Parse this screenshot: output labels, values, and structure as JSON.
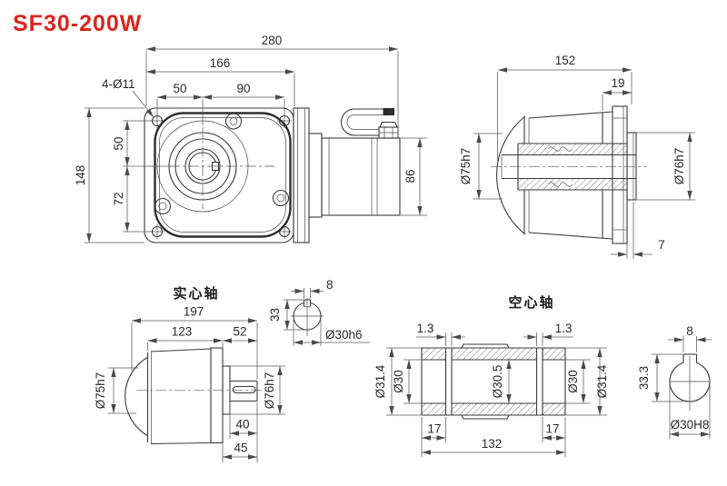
{
  "title": "SF30-200W",
  "front_view": {
    "bolt_holes": "4-Ø11",
    "overall_width": "280",
    "flange_width": "166",
    "hole_to_center": "50",
    "center_to_hole": "90",
    "flange_height": "148",
    "top_hole_to_center": "50",
    "center_to_bottom_hole": "72",
    "motor_height": "86"
  },
  "hollow_side_view": {
    "overall_length": "152",
    "hub_length": "19",
    "cover_dia": "Ø75h7",
    "spigot_dia": "Ø76h7",
    "flange_thickness": "7"
  },
  "solid_shaft_view": {
    "label": "实心轴",
    "overall_length": "197",
    "body_length": "123",
    "front_section": "52",
    "cover_dia": "Ø75h7",
    "spigot_dia": "Ø76h7",
    "key_length": "40",
    "shaft_length": "45"
  },
  "solid_shaft_section": {
    "key_width": "8",
    "height": "33",
    "shaft_dia": "Ø30h6"
  },
  "hollow_shaft_view": {
    "label": "空心轴",
    "groove_left": "1.3",
    "groove_right": "1.3",
    "outer_dia_left": "Ø31.4",
    "bore_left": "Ø30",
    "bore_mid": "Ø30.5",
    "bore_right": "Ø30",
    "outer_dia_right": "Ø31.4",
    "end_left": "17",
    "end_right": "17",
    "overall_length": "132"
  },
  "hollow_shaft_section": {
    "key_width": "8",
    "height": "33.3",
    "bore_dia": "Ø30H8"
  }
}
